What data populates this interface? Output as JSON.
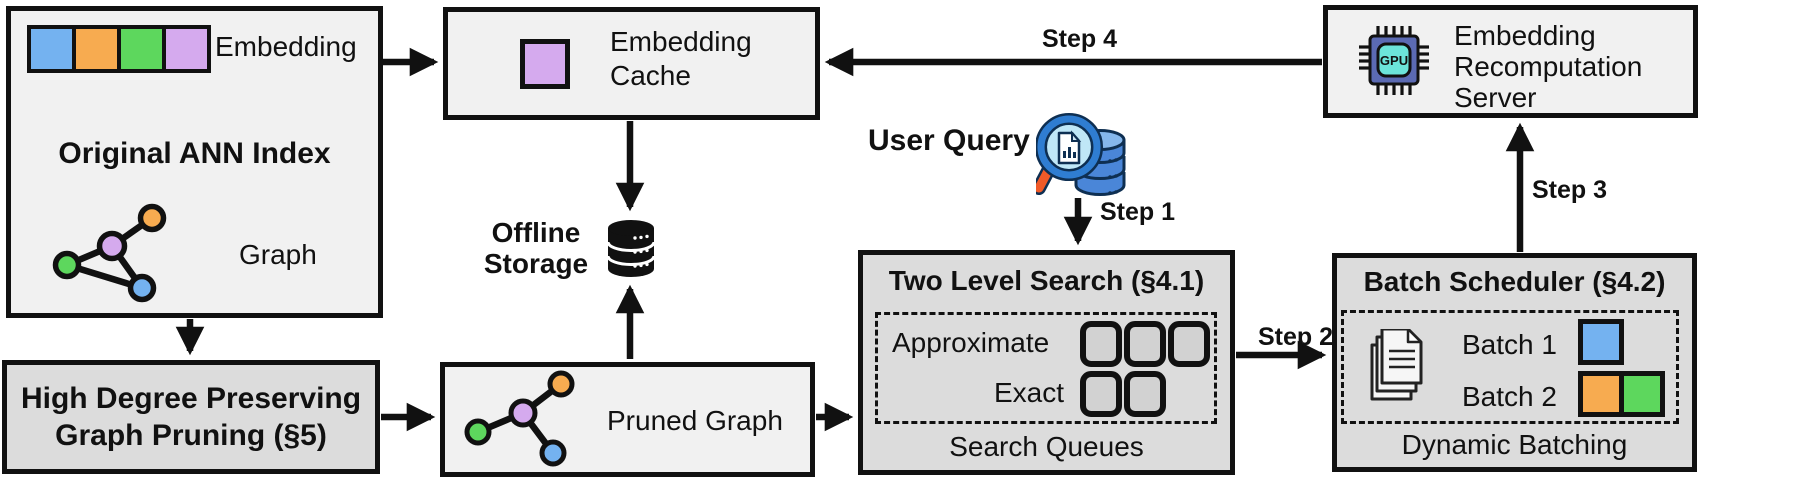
{
  "boxes": {
    "original_ann_index": {
      "title": "Original ANN Index",
      "embedding_label": "Embedding",
      "graph_label": "Graph"
    },
    "embedding_cache": {
      "label": "Embedding Cache"
    },
    "offline_storage": {
      "label": "Offline Storage"
    },
    "high_degree_pruning": {
      "label": "High Degree Preserving Graph Pruning (§5)"
    },
    "pruned_graph": {
      "label": "Pruned Graph"
    },
    "user_query": {
      "label": "User Query"
    },
    "two_level_search": {
      "title": "Two Level Search (§4.1)",
      "approximate_label": "Approximate",
      "exact_label": "Exact",
      "approximate_queue_count": 3,
      "exact_queue_count": 2,
      "caption": "Search Queues"
    },
    "batch_scheduler": {
      "title": "Batch Scheduler (§4.2)",
      "batch1_label": "Batch 1",
      "batch2_label": "Batch 2",
      "caption": "Dynamic Batching"
    },
    "recomputation_server": {
      "label": "Embedding Recomputation Server",
      "chip_label": "GPU"
    }
  },
  "steps": {
    "step1": "Step 1",
    "step2": "Step 2",
    "step3": "Step 3",
    "step4": "Step 4"
  },
  "icons": {
    "offline_storage": "database-icon",
    "user_query": "magnifier-database-icon",
    "recomputation_server": "gpu-chip-icon",
    "batch_scheduler": "documents-stack-icon",
    "original_ann_index": "graph-nodes-icon",
    "pruned_graph": "graph-nodes-icon",
    "embedding_cache": "purple-square-icon"
  },
  "colors": {
    "blue": "#74b2f0",
    "orange": "#f7ab50",
    "green": "#5dd75d",
    "purple": "#d5aaee",
    "box_light": "#f1f1f1",
    "box_dark": "#dcdcdc",
    "queue_cell": "#d2d2d2",
    "gpu_outer": "#5b6ab3",
    "gpu_inner": "#6ce4da",
    "query_db": "#4a86d8",
    "query_db_light": "#85b7ec",
    "lens": "#bfe7f7",
    "rim": "#2f7dd1",
    "handle": "#f05a28",
    "navy": "#0e2f52"
  }
}
